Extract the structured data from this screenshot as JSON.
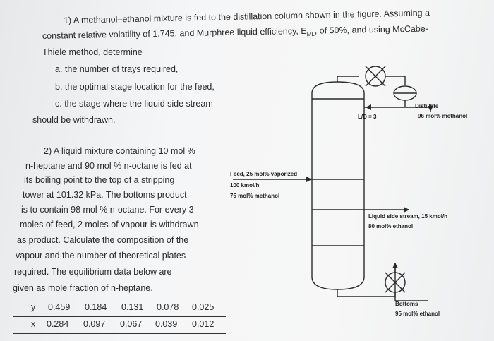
{
  "problem1": {
    "line1": "1)  A  methanol–ethanol  mixture  is  fed  to  the  distillation  column  shown  in  the  figure.  Assuming  a",
    "line2": "constant  relative  volatility  of  1.745,  and  Murphree  liquid  efficiency,  E",
    "eml_sub": "ML",
    "line2_end": ",  of  50%,  and  using  McCabe-",
    "line3": "Thiele  method,  determine",
    "item_a": "a.  the  number  of  trays  required,",
    "item_b": "b.  the  optimal  stage  location  for  the  feed,",
    "item_c": "c.  the  stage  where  the  liquid  side  stream",
    "item_c2": "should  be  withdrawn."
  },
  "problem2": {
    "lines": [
      "2)  A  liquid  mixture  containing  10  mol  %",
      "n-heptane  and  90  mol  %  n-octane  is  fed  at",
      "its  boiling  point  to  the  top  of  a  stripping",
      "tower  at  101.32  kPa.  The  bottoms  product",
      "is  to  contain  98  mol  %  n-octane.  For  every  3",
      "moles  of  feed,  2  moles  of  vapour  is  withdrawn",
      "as  product.  Calculate  the  composition  of  the",
      "vapour  and  the  number  of  theoretical  plates",
      "required.   The  equilibrium  data  below  are",
      "given  as  mole  fraction  of  n-heptane."
    ]
  },
  "equilibrium_table": {
    "y_label": "y",
    "x_label": "x",
    "y": [
      "0.459",
      "0.184",
      "0.131",
      "0.078",
      "0.025"
    ],
    "x": [
      "0.284",
      "0.097",
      "0.067",
      "0.039",
      "0.012"
    ]
  },
  "figure": {
    "distillate_label": "Distillate",
    "distillate_comp": "96 mol% methanol",
    "reflux_label": "L/D = 3",
    "feed_line1": "Feed, 25 mol% vaporized",
    "feed_line2": "100 kmol/h",
    "feed_line3": "75 mol% methanol",
    "side_line1": "Liquid side stream, 15 kmol/h",
    "side_line2": "80 mol% ethanol",
    "bottoms_label": "Bottoms",
    "bottoms_comp": "95 mol% ethanol"
  }
}
